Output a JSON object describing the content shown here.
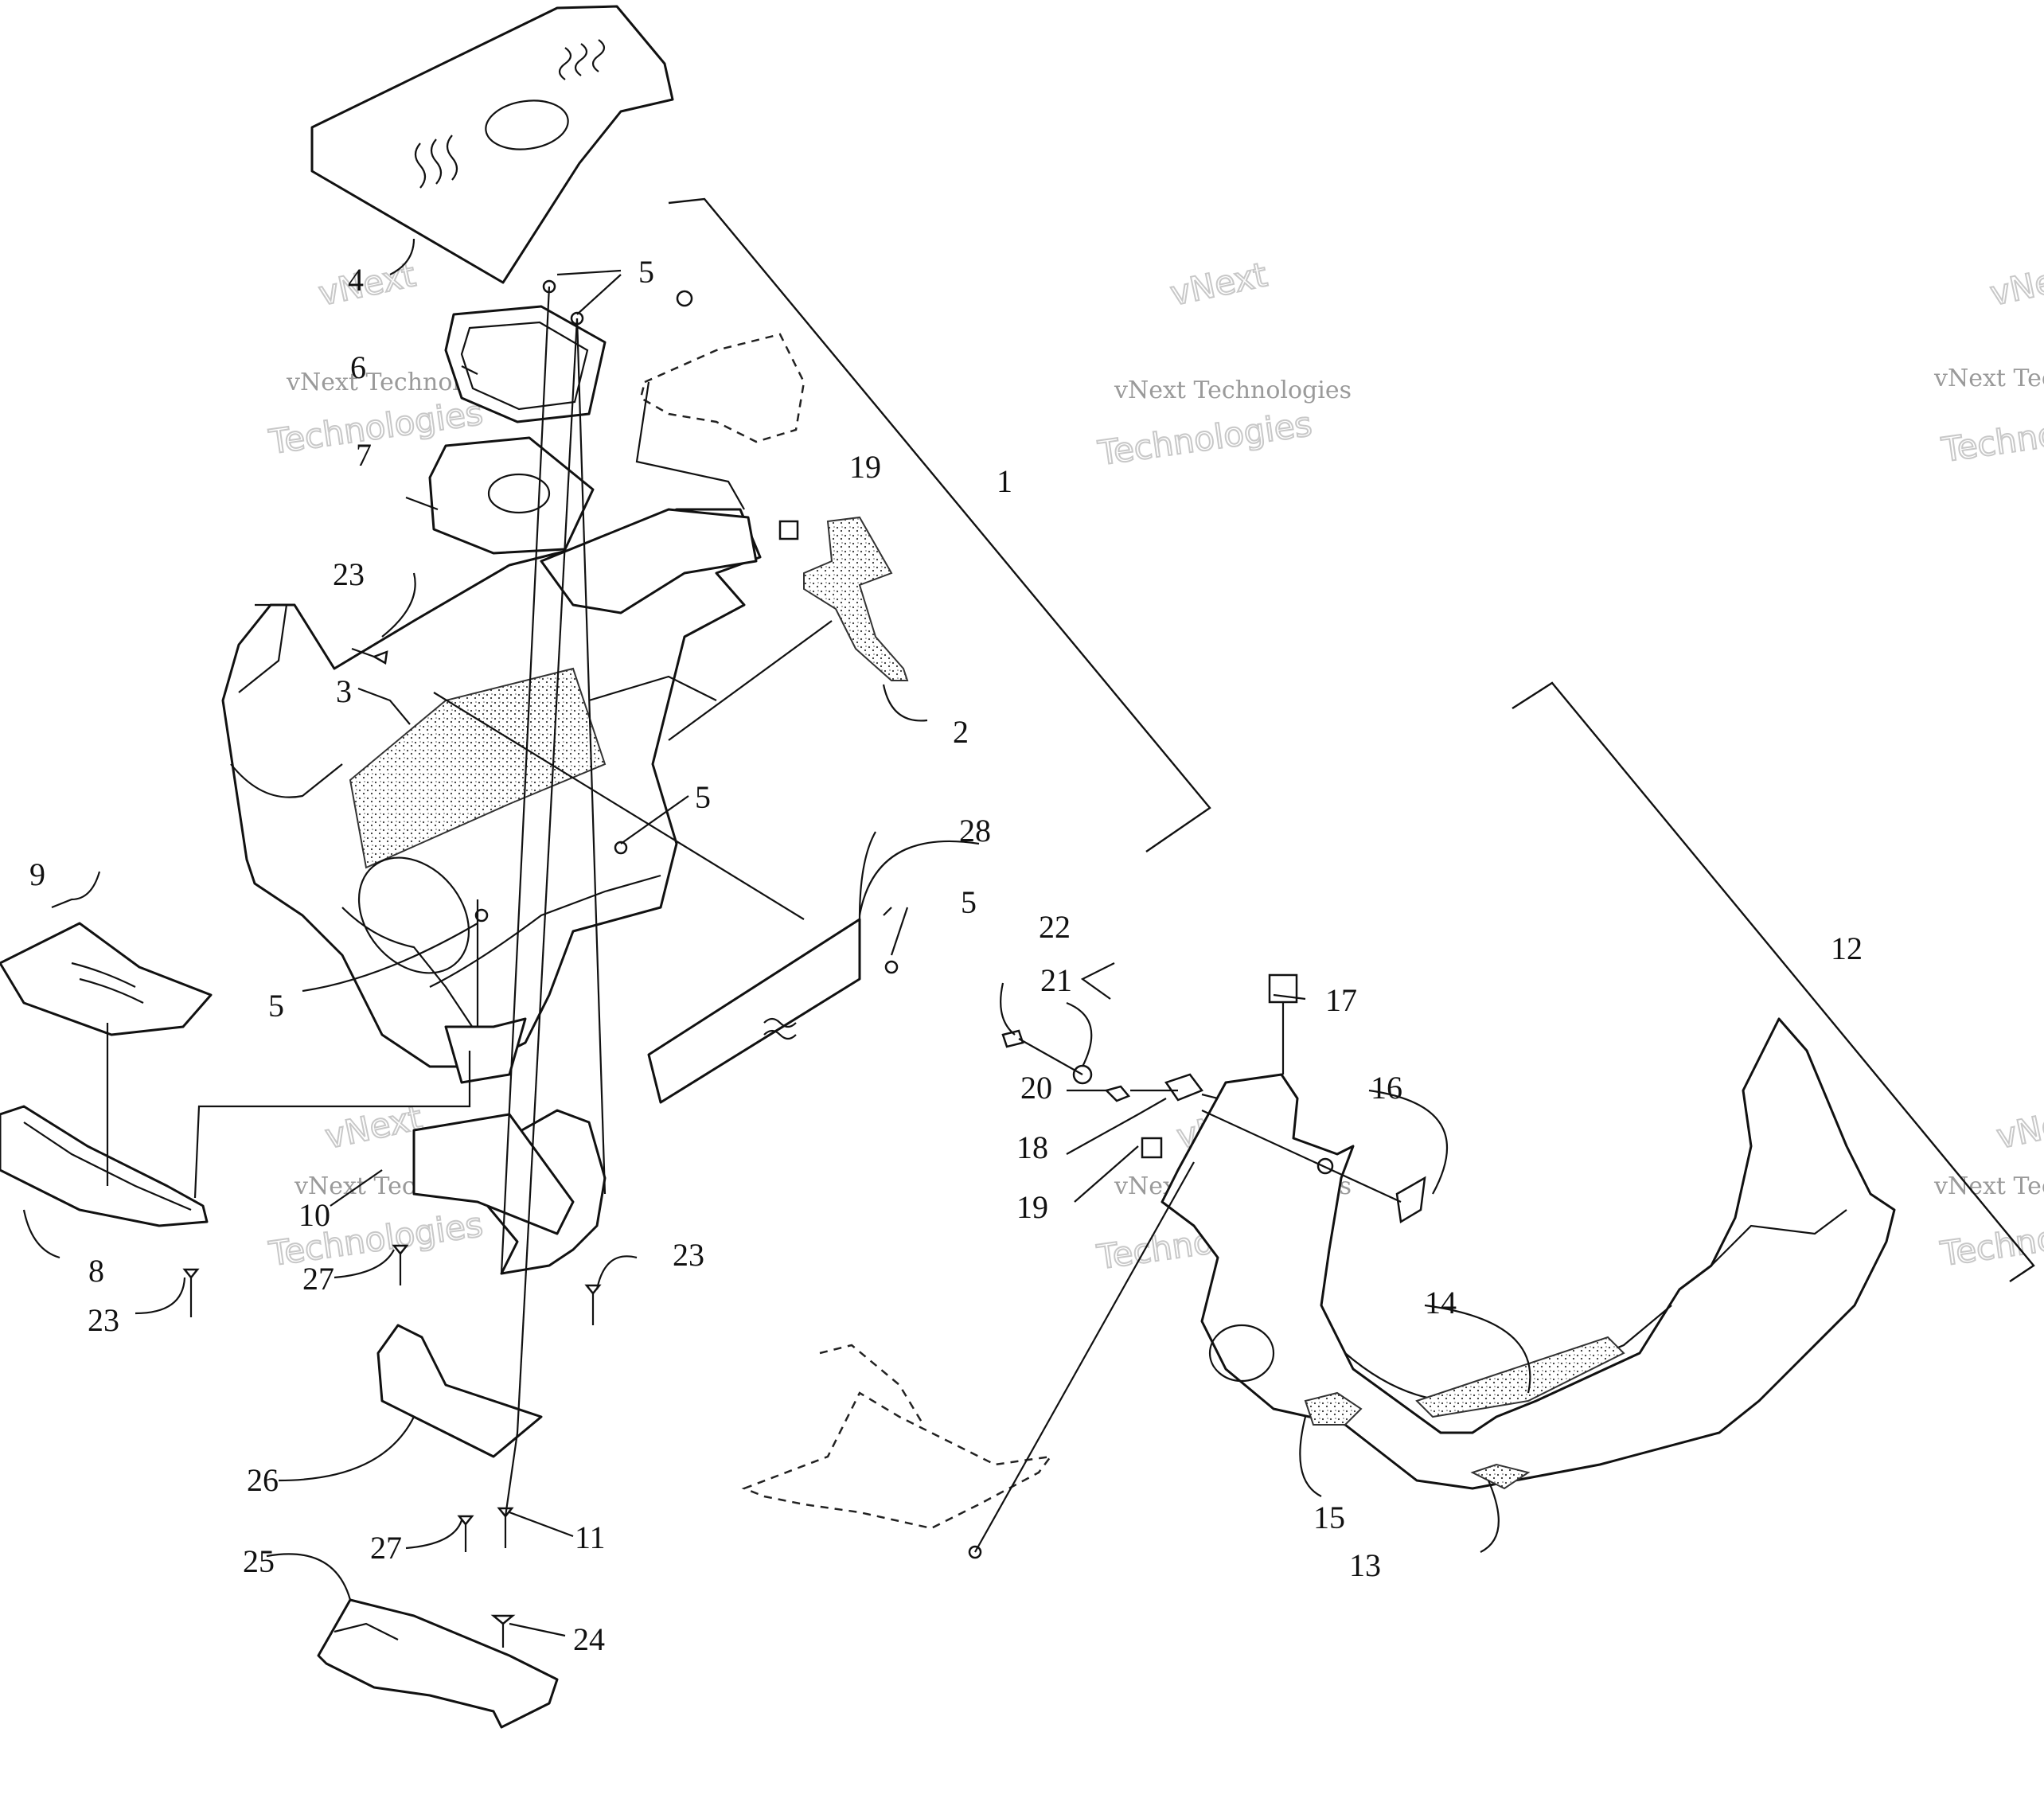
{
  "callouts": {
    "c1": "1",
    "c2": "2",
    "c3": "3",
    "c4": "4",
    "c5a": "5",
    "c5b": "5",
    "c5c": "5",
    "c5d": "5",
    "c6": "6",
    "c7": "7",
    "c8": "8",
    "c9": "9",
    "c10": "10",
    "c11": "11",
    "c12": "12",
    "c13": "13",
    "c14": "14",
    "c15": "15",
    "c16": "16",
    "c17": "17",
    "c18": "18",
    "c19a": "19",
    "c19b": "19",
    "c20": "20",
    "c21": "21",
    "c22": "22",
    "c23a": "23",
    "c23b": "23",
    "c23c": "23",
    "c24": "24",
    "c25": "25",
    "c26": "26",
    "c27a": "27",
    "c27b": "27",
    "c28": "28"
  },
  "watermark": {
    "name": "vNext",
    "company": "vNext Technologies",
    "word": "Technologies"
  },
  "icons": [
    "foam-pattern",
    "rivet-icon",
    "washer-icon",
    "screw-icon",
    "clip-nut-icon"
  ]
}
